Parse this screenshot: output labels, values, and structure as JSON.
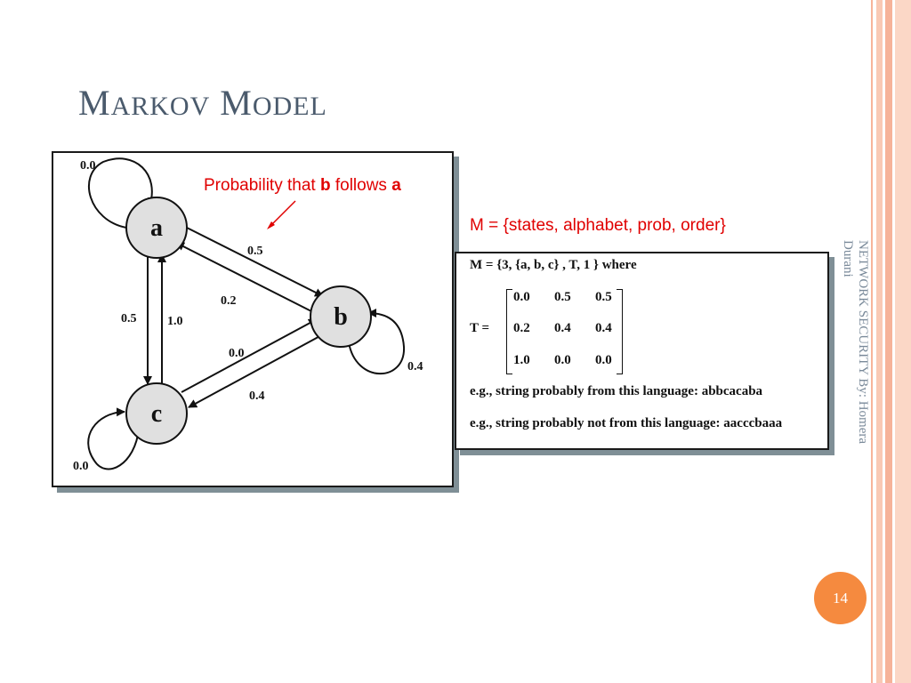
{
  "slide": {
    "title_first_cap": "M",
    "title_first_rest": "ARKOV",
    "title_second_cap": "M",
    "title_second_rest": "ODEL",
    "footer_vertical_line1": "NETWORK SECURITY  By: Homera",
    "footer_vertical_line2": "Durani",
    "page_number": "14"
  },
  "annotations": {
    "probability_prefix": "Probability that ",
    "probability_b": "b",
    "probability_mid": " follows ",
    "probability_a": "a",
    "model_definition": "M = {states, alphabet, prob, order}"
  },
  "diagram": {
    "states": [
      "a",
      "b",
      "c"
    ],
    "labels": {
      "a_self": "0.0",
      "a_to_b": "0.5",
      "b_to_a": "0.2",
      "a_to_c": "0.5",
      "c_to_a": "1.0",
      "c_to_b": "0.0",
      "b_to_c": "0.4",
      "b_self": "0.4",
      "c_self": "0.0"
    }
  },
  "model": {
    "definition": "M = {3, {a, b, c} , T, 1 }   where",
    "t_label": "T =",
    "matrix": [
      [
        "0.0",
        "0.5",
        "0.5"
      ],
      [
        "0.2",
        "0.4",
        "0.4"
      ],
      [
        "1.0",
        "0.0",
        "0.0"
      ]
    ],
    "example_yes": "e.g., string probably from this language: abbcacaba",
    "example_no": "e.g., string probably not from this language: aacccbaaa"
  },
  "colors": {
    "accent_orange": "#f58a3f",
    "annotation_red": "#e00000",
    "title_gray": "#4a5a6c",
    "stripe_peach": "#f9c9b4"
  }
}
